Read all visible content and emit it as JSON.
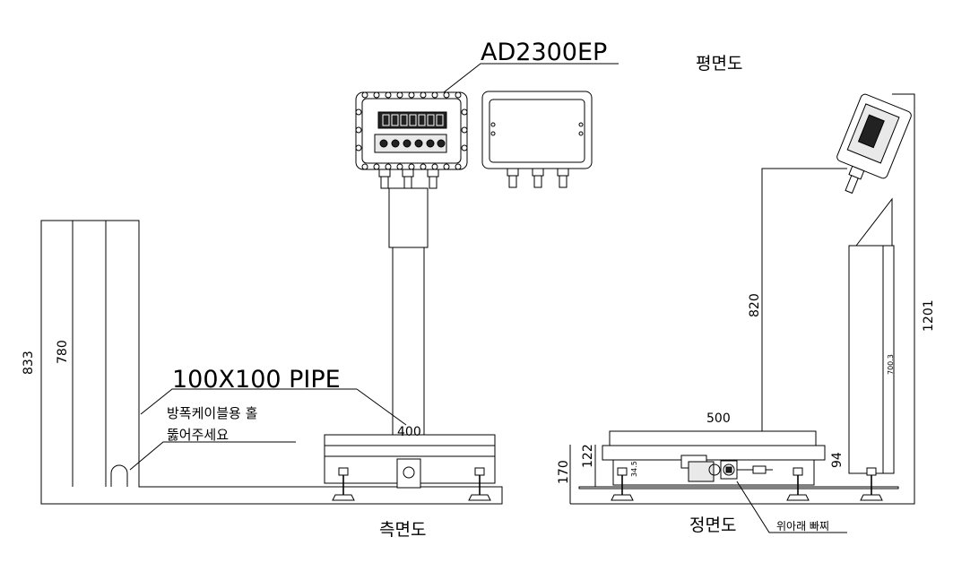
{
  "model": "AD2300EP",
  "views": {
    "plan": "평면도",
    "side": "측면도",
    "front": "정면도"
  },
  "side_view": {
    "pipe_label": "100X100 PIPE",
    "note_line1": "방폭케이블용 홀",
    "note_line2": "뚫어주세요",
    "dim_833": "833",
    "dim_780": "780",
    "dim_400": "400"
  },
  "front_view": {
    "dim_500": "500",
    "dim_820": "820",
    "dim_1201": "1201",
    "dim_700_3": "700.3",
    "dim_122": "122",
    "dim_170": "170",
    "dim_94": "94",
    "dim_34_5": "34.5",
    "note_bottom": "위아래 빠찌"
  }
}
